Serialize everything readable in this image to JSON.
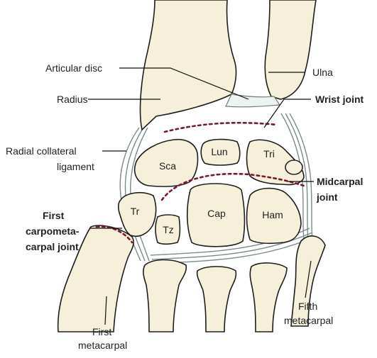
{
  "labels": {
    "articular_disc": "Articular disc",
    "radius": "Radius",
    "ulna": "Ulna",
    "wrist_joint": "Wrist joint",
    "radial_collateral_line1": "Radial collateral",
    "radial_collateral_line2": "ligament",
    "midcarpal_line1": "Midcarpal",
    "midcarpal_line2": "joint",
    "first_cmc_line1": "First",
    "first_cmc_line2": "carpometa-",
    "first_cmc_line3": "carpal joint",
    "first_metacarpal_line1": "First",
    "first_metacarpal_line2": "metacarpal",
    "fifth_metacarpal_line1": "Fifth",
    "fifth_metacarpal_line2": "metacarpal"
  },
  "bones": {
    "sca": "Sca",
    "lun": "Lun",
    "tri": "Tri",
    "tr": "Tr",
    "tz": "Tz",
    "cap": "Cap",
    "ham": "Ham"
  },
  "colors": {
    "bone_fill": "#f6f0da",
    "outline": "#1e1e1e",
    "ligament": "#7a8c88",
    "joint_line": "#7b1730",
    "text": "#222222"
  }
}
